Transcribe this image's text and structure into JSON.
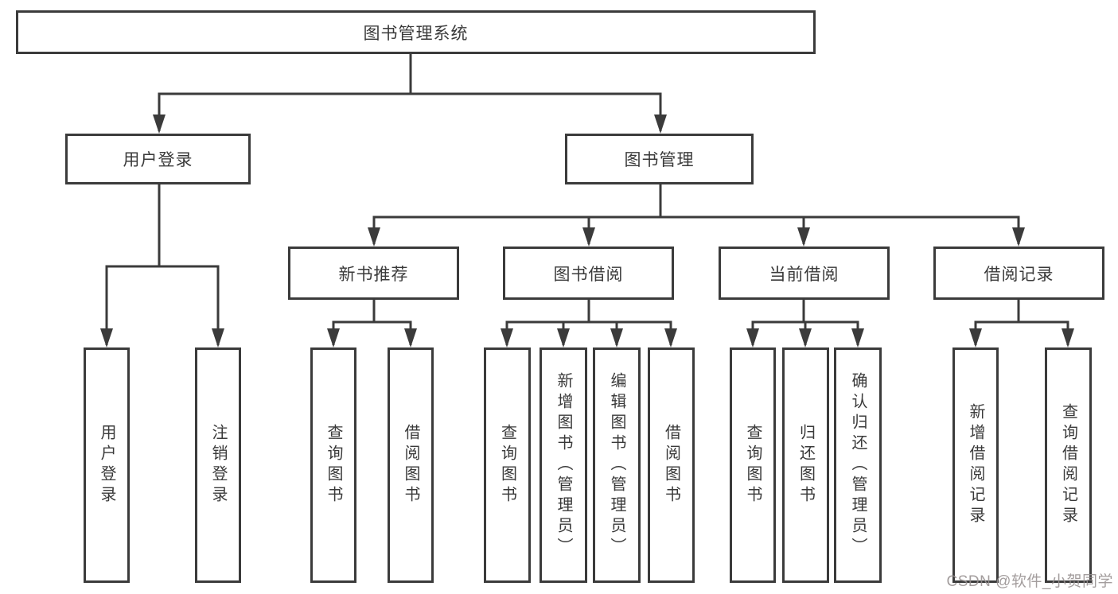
{
  "tree": {
    "root": {
      "label": "图书管理系统"
    },
    "branches": [
      {
        "label": "用户登录",
        "children": [
          {
            "label": "用户登录"
          },
          {
            "label": "注销登录"
          }
        ]
      },
      {
        "label": "图书管理",
        "children": [
          {
            "label": "新书推荐",
            "children": [
              {
                "label": "查询图书"
              },
              {
                "label": "借阅图书"
              }
            ]
          },
          {
            "label": "图书借阅",
            "children": [
              {
                "label": "查询图书"
              },
              {
                "label": "新增图书（管理员）"
              },
              {
                "label": "编辑图书（管理员）"
              },
              {
                "label": "借阅图书"
              }
            ]
          },
          {
            "label": "当前借阅",
            "children": [
              {
                "label": "查询图书"
              },
              {
                "label": "归还图书"
              },
              {
                "label": "确认归还（管理员）"
              }
            ]
          },
          {
            "label": "借阅记录",
            "children": [
              {
                "label": "新增借阅记录"
              },
              {
                "label": "查询借阅记录"
              }
            ]
          }
        ]
      }
    ]
  },
  "watermark": {
    "text": "CSDN @软件_小贺同学"
  },
  "colors": {
    "line": "#3b3b3b",
    "text": "#3a3a3a",
    "background": "#ffffff",
    "watermark": "#968f8f"
  }
}
